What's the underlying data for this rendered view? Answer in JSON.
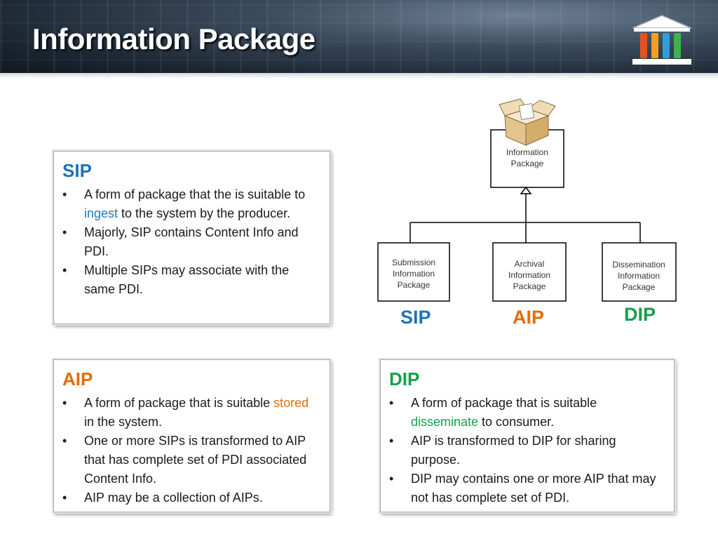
{
  "title": "Information Package",
  "colors": {
    "sip": "#1f73b7",
    "aip": "#e36c0a",
    "dip": "#14a04a"
  },
  "diagram": {
    "root": {
      "line1": "Information",
      "line2": "Package",
      "icon": "open-box-icon"
    },
    "children": [
      {
        "line1": "Submission",
        "line2": "Information",
        "line3": "Package",
        "label": "SIP"
      },
      {
        "line1": "Archival",
        "line2": "Information",
        "line3": "Package",
        "label": "AIP"
      },
      {
        "line1": "Dissemination",
        "line2": "Information",
        "line3": "Package",
        "label": "DIP"
      }
    ]
  },
  "sip": {
    "heading": "SIP",
    "items": [
      {
        "pre": "A form of package that the is suitable to ",
        "highlight": "ingest",
        "post": " to the system by the producer."
      },
      {
        "text": "Majorly, SIP contains Content Info and PDI."
      },
      {
        "text": "Multiple SIPs may associate with the same PDI."
      }
    ]
  },
  "aip": {
    "heading": "AIP",
    "items": [
      {
        "pre": "A form of package that is suitable ",
        "highlight": "stored",
        "post": " in the system."
      },
      {
        "text": "One or more SIPs is transformed to AIP that has complete set of PDI associated Content Info."
      },
      {
        "text": "AIP may be a collection of AIPs."
      }
    ]
  },
  "dip": {
    "heading": "DIP",
    "items": [
      {
        "pre": "A form of package that is suitable ",
        "highlight": "disseminate",
        "post": " to consumer."
      },
      {
        "text": "AIP is transformed to DIP for sharing purpose."
      },
      {
        "text": "DIP may contains one or more AIP that may not has complete set of PDI."
      }
    ]
  },
  "bullet": "•"
}
